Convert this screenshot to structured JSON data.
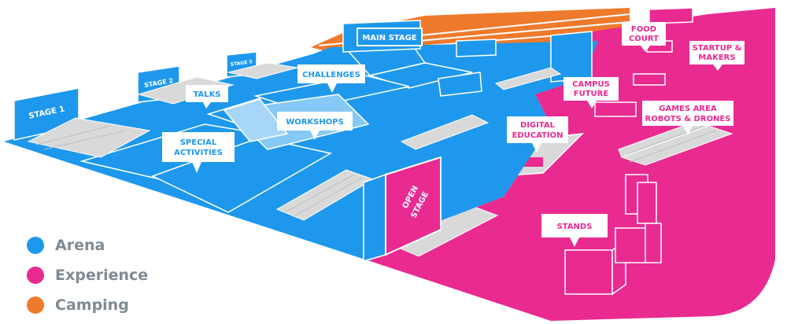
{
  "colors": {
    "arena": "#1e98ec",
    "experience": "#e92a91",
    "camping": "#ef7a2c",
    "legend_text": "#7f8a93"
  },
  "legend": [
    {
      "label": "Arena",
      "color": "#1e98ec"
    },
    {
      "label": "Experience",
      "color": "#e92a91"
    },
    {
      "label": "Camping",
      "color": "#ef7a2c"
    }
  ],
  "zones": {
    "main_stage": "MAIN STAGE",
    "stage_1": "STAGE 1",
    "stage_2": "STAGE 2",
    "stage_3": "STAGE 3",
    "talks": "TALKS",
    "challenges": "CHALLENGES",
    "workshops": "WORKSHOPS",
    "special_activities": [
      "SPECIAL",
      "ACTIVITIES"
    ],
    "open_stage": [
      "OPEN",
      "STAGE"
    ],
    "digital_education": [
      "DIGITAL",
      "EDUCATION"
    ],
    "campus_future": [
      "CAMPUS",
      "FUTURE"
    ],
    "food_court": [
      "FOOD",
      "COURT"
    ],
    "startup_makers": [
      "STARTUP &",
      "MAKERS"
    ],
    "games_area": [
      "GAMES AREA",
      "ROBOTS & DRONES"
    ],
    "stands": "STANDS"
  }
}
